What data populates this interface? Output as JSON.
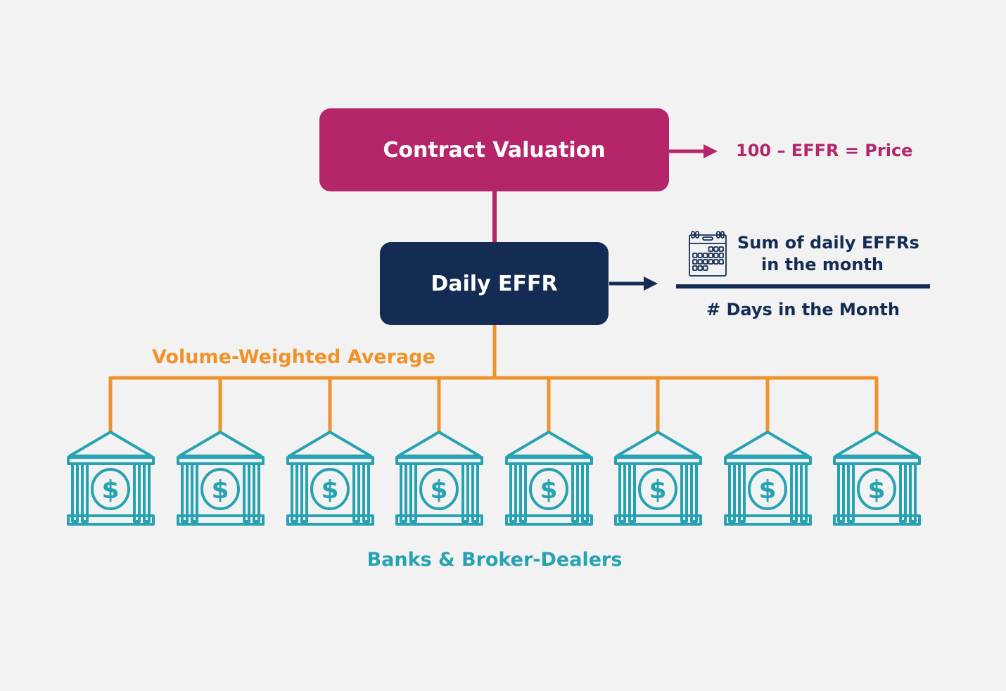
{
  "contract_valuation": {
    "label": "Contract Valuation",
    "formula": "100 – EFFR = Price"
  },
  "daily_effr": {
    "label": "Daily EFFR"
  },
  "fraction": {
    "numerator_line1": "Sum of daily EFFRs",
    "numerator_line2": "in the month",
    "denominator": "# Days in the Month",
    "icon": "calendar-icon"
  },
  "aggregation_label": "Volume-Weighted Average",
  "banks": {
    "label": "Banks & Broker-Dealers",
    "count": 8,
    "icon": "bank-icon"
  },
  "colors": {
    "magenta": "#b5256a",
    "navy": "#142c54",
    "orange": "#f0922b",
    "teal": "#27a2b3",
    "background": "#f2f2f2"
  }
}
